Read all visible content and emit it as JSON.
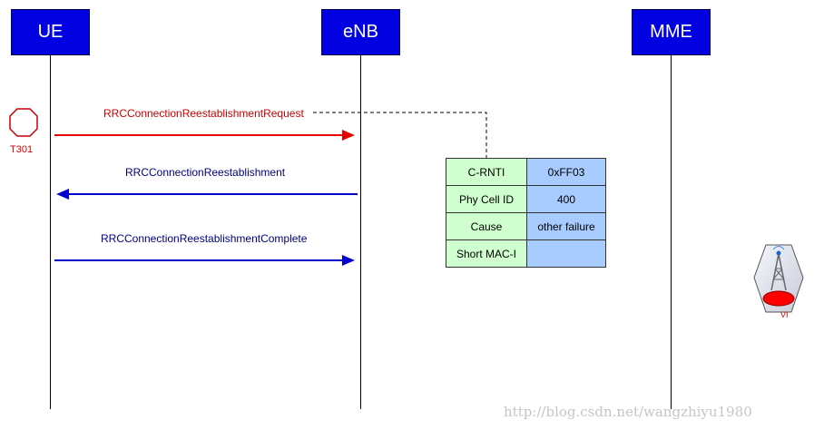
{
  "nodes": {
    "ue": "UE",
    "enb": "eNB",
    "mme": "MME"
  },
  "timer": {
    "label": "T301"
  },
  "messages": {
    "request": "RRCConnectionReestablishmentRequest",
    "reestablishment": "RRCConnectionReestablishment",
    "complete": "RRCConnectionReestablishmentComplete"
  },
  "ie_table": [
    {
      "name": "C-RNTI",
      "value": "0xFF03"
    },
    {
      "name": "Phy Cell ID",
      "value": "400"
    },
    {
      "name": "Cause",
      "value": "other failure"
    },
    {
      "name": "Short MAC-I",
      "value": ""
    }
  ],
  "logo": {
    "text": "VI"
  },
  "watermark": "http://blog.csdn.net/wangzhiyu1980",
  "colors": {
    "node_fill": "#0000e0",
    "request": "#e60000",
    "downlink": "#0000cc",
    "ie_name_fill": "#cfffcf",
    "ie_value_fill": "#a8ccff"
  }
}
